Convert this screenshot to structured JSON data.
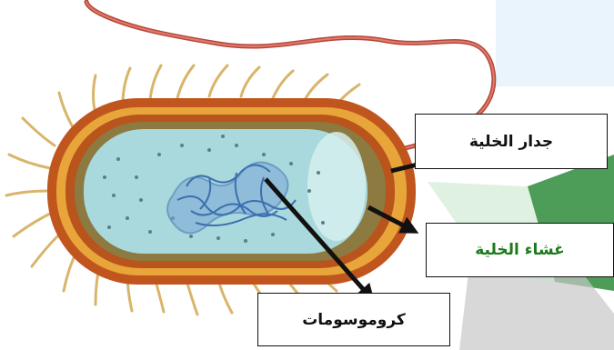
{
  "labels": {
    "cell_wall": "جدار الخلية",
    "cell_membrane": "غشاء الخلية",
    "chromosomes": "كروموسومات"
  },
  "colors": {
    "label_text": "#111111",
    "membrane_label_text": "#1c7a1c",
    "wall_outer": "#c0561e",
    "wall_inner_band": "#e8a53a",
    "cytoplasm": "#a9d9dc",
    "nucleoid": "#3b6fb0",
    "flagellum": "#b5473a",
    "pili": "#d8b56a",
    "watermark_blue": "#e9f4fc",
    "watermark_green": "#2e8b3a",
    "watermark_gray": "#c8c8c8"
  },
  "icons": {
    "pointer_arrows": "black-arrow"
  }
}
